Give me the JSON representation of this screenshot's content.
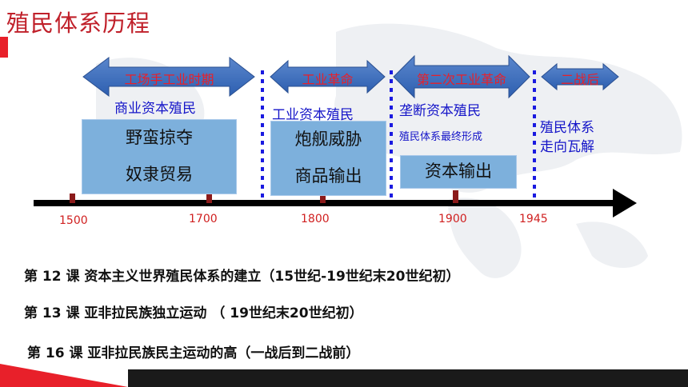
{
  "slide": {
    "title": "殖民体系历程",
    "phases": [
      {
        "label": "工场手工业时期"
      },
      {
        "label": "工业革命"
      },
      {
        "label": "第二次工业革命"
      },
      {
        "label": "二战后"
      }
    ],
    "stages": [
      {
        "heading": "商业资本殖民",
        "box_lines": [
          "野蛮掠夺",
          "奴隶贸易"
        ]
      },
      {
        "heading": "工业资本殖民",
        "box_lines": [
          "炮舰威胁",
          "商品输出"
        ]
      },
      {
        "heading": "垄断资本殖民",
        "subheading": "殖民体系最终形成",
        "box_lines": [
          "资本输出"
        ]
      },
      {
        "heading_lines": [
          "殖民体系",
          "走向瓦解"
        ]
      }
    ],
    "years": [
      "1500",
      "1700",
      "1800",
      "1900",
      "1945"
    ],
    "lessons": [
      "第 12 课  资本主义世界殖民体系的建立（15世纪-19世纪末20世纪初）",
      "第 13 课  亚非拉民族独立运动 （ 19世纪末20世纪初）",
      "第 16 课  亚非拉民族民主运动的高（一战后到二战前）"
    ],
    "colors": {
      "accent_red": "#e8202a",
      "arrow_blue": "#3a6fc0",
      "box_blue": "#7db0dc",
      "text_blue": "#1414c8"
    }
  }
}
